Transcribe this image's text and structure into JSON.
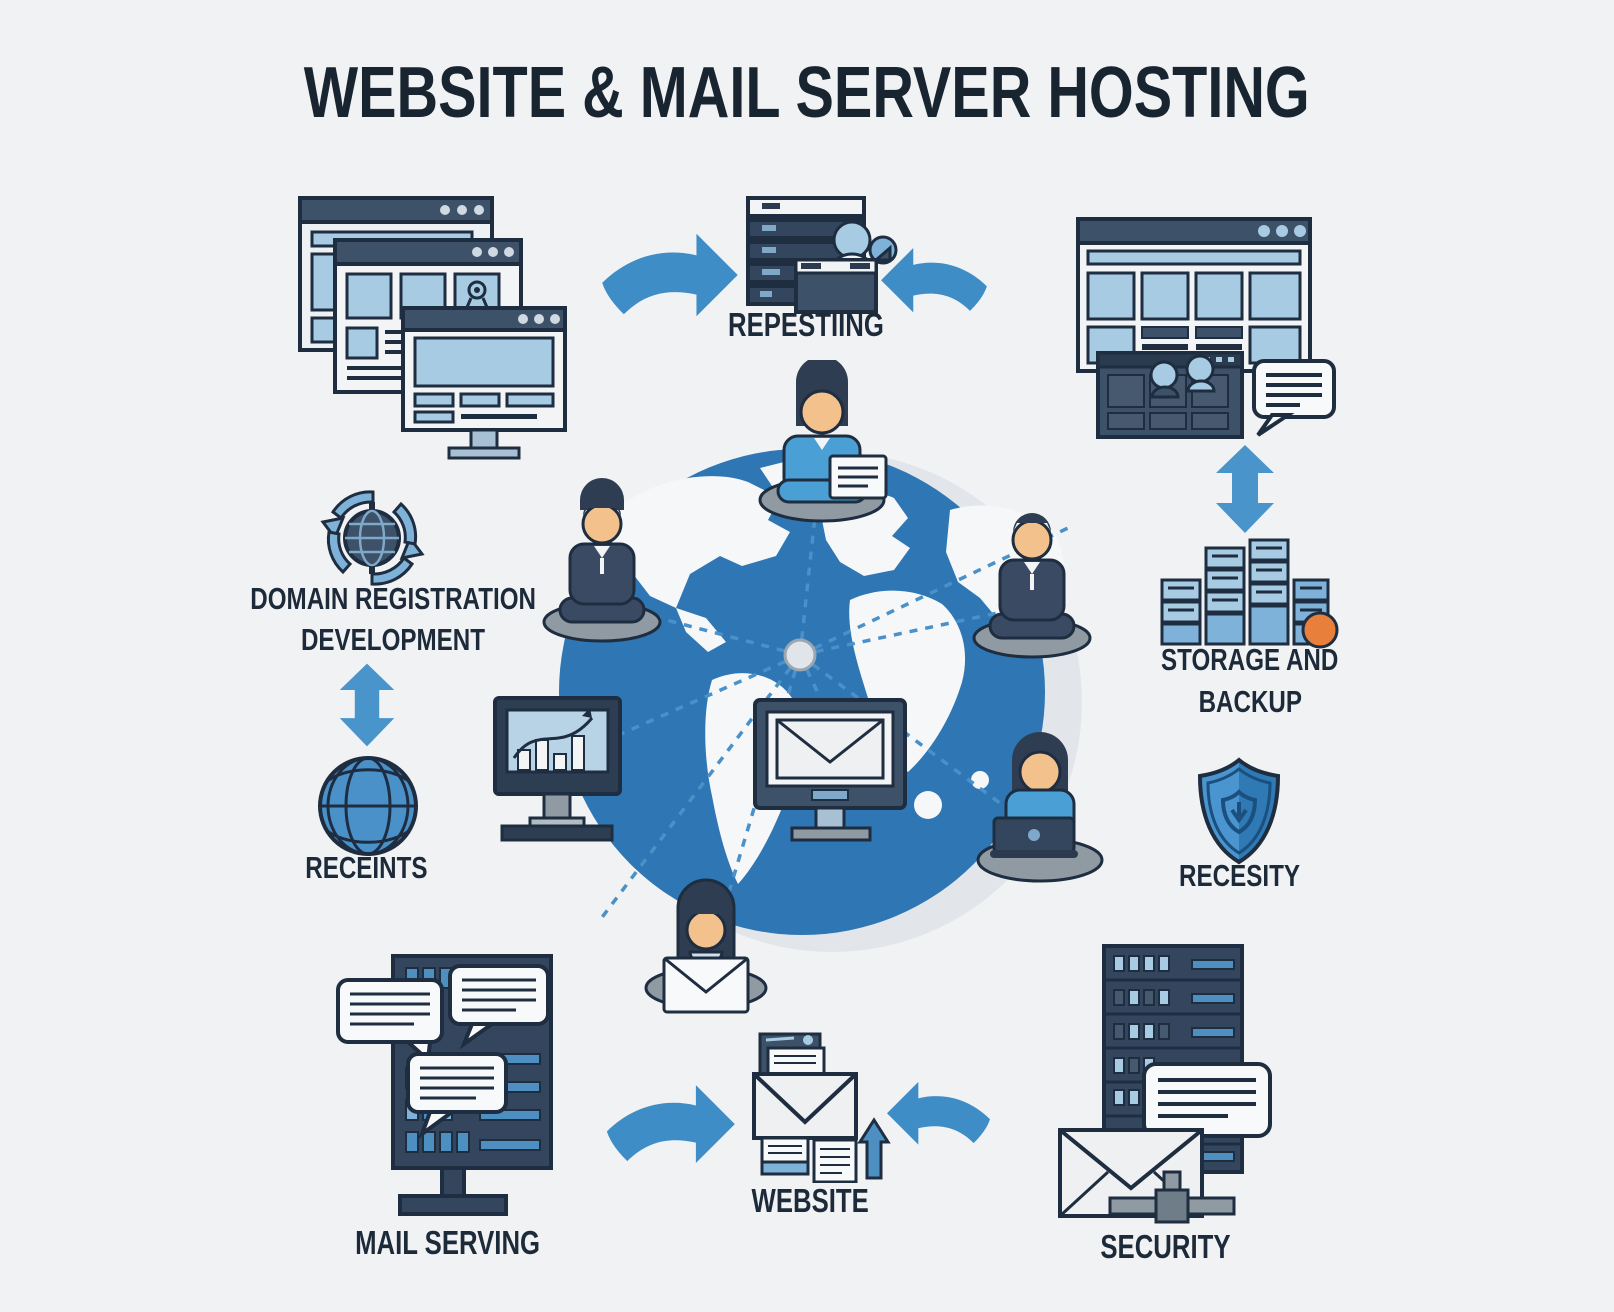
{
  "title": "WEBSITE & MAIL SERVER HOSTING",
  "labels": {
    "hosting": "REPESTIING",
    "storage_line1": "STORAGE AND",
    "storage_line2": "BACKUP",
    "shield": "RECESITY",
    "security": "SECURITY",
    "website": "WEBSITE",
    "mail_serving": "MAIL SERVING",
    "domain_line1": "DOMAIN REGISTRATION",
    "domain_line2": "DEVELOPMENT",
    "domains": "RECEINTS"
  },
  "icons": {
    "top_left": "browser-windows-icon",
    "top_center": "server-with-user-icon",
    "top_right": "website-builder-icon",
    "right_storage": "storage-stacks-icon",
    "right_shield": "shield-icon",
    "bottom_right": "security-server-rack-icon",
    "bottom_center": "mail-website-icon",
    "bottom_left": "mail-server-tower-icon",
    "left_sync": "domain-sync-globe-icon",
    "left_globe": "wireframe-globe-icon",
    "center": "global-network-globe-icon"
  },
  "colors": {
    "background": "#f1f2f4",
    "ink": "#1d2a39",
    "outline": "#1e2d40",
    "arrow_blue": "#3f8dc6",
    "globe_blue": "#2e76b4",
    "panel_dark": "#33465e",
    "light_blue": "#a8cbe4",
    "mid_blue": "#4d8fc0",
    "accent_orange": "#e8803c",
    "cushion_gray": "#8f9aa3",
    "bubble_white": "#f8f9fa"
  }
}
